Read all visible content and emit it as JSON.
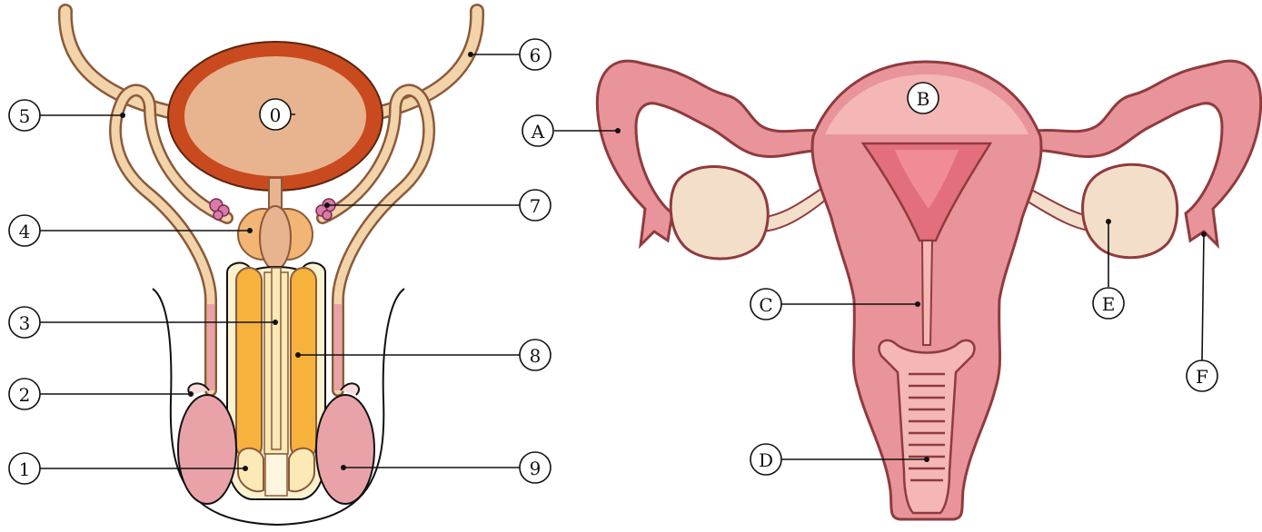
{
  "male_labels": [
    "0",
    "1",
    "2",
    "3",
    "4",
    "5",
    "6",
    "7",
    "8",
    "9"
  ],
  "female_labels": [
    "A",
    "B",
    "C",
    "D",
    "E",
    "F"
  ],
  "colors": {
    "bladder_wall": "#c94a1e",
    "bladder_fill": "#e8b48f",
    "tube": "#f3d3a9",
    "tube_outline": "#8a5a3a",
    "erectile_tissue": "#f6b23c",
    "urethra_fill": "#fbe9b6",
    "testis": "#e9a3a8",
    "prostate": "#f2b574",
    "gland_pink": "#d97ba9",
    "uterus_outline": "#8f3b3e",
    "uterus_fill": "#e8949a",
    "uterus_light": "#f4b7b6",
    "ovary": "#f3dfc9",
    "line": "#111111"
  }
}
